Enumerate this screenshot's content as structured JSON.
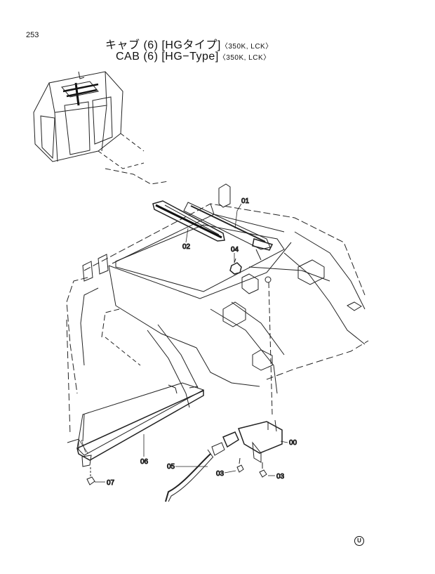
{
  "page_number": "253",
  "title": {
    "jp_main": "キャブ (6) [HGタイプ]",
    "jp_models": "〈350K, LCK〉",
    "en_main": "CAB (6) [HG−Type]",
    "en_models": "〈350K, LCK〉"
  },
  "callouts": {
    "c01": "01",
    "c02": "02",
    "c04": "04",
    "c00": "00",
    "c06": "06",
    "c05": "05",
    "c03a": "03",
    "c03b": "03",
    "c07": "07"
  },
  "corner_mark": "U"
}
